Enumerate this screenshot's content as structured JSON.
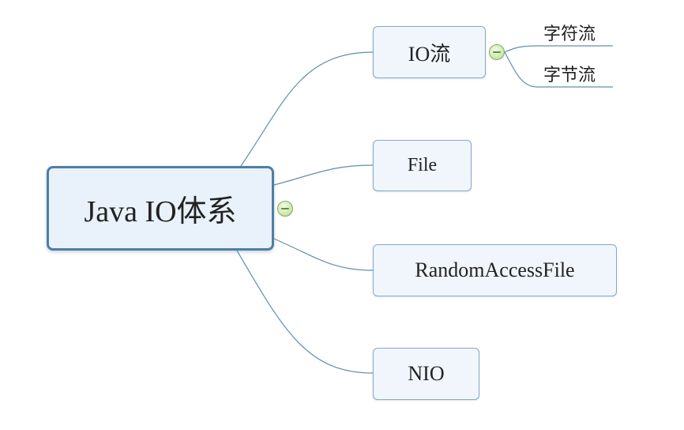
{
  "diagram": {
    "type": "mind-map",
    "root": {
      "label": "Java IO体系"
    },
    "branches": [
      {
        "id": "io",
        "label": "IO流",
        "children": [
          {
            "label": "字符流"
          },
          {
            "label": "字节流"
          }
        ]
      },
      {
        "id": "file",
        "label": "File"
      },
      {
        "id": "raf",
        "label": "RandomAccessFile"
      },
      {
        "id": "nio",
        "label": "NIO"
      }
    ],
    "colors": {
      "connector": "#5f8fb0",
      "root_border": "#4f7fa3",
      "node_fill": "#f1f6fc",
      "node_border": "#87a8c6",
      "collapse_fill": "#cfe8b2"
    },
    "icons": {
      "collapse": "minus-circle-icon"
    }
  }
}
